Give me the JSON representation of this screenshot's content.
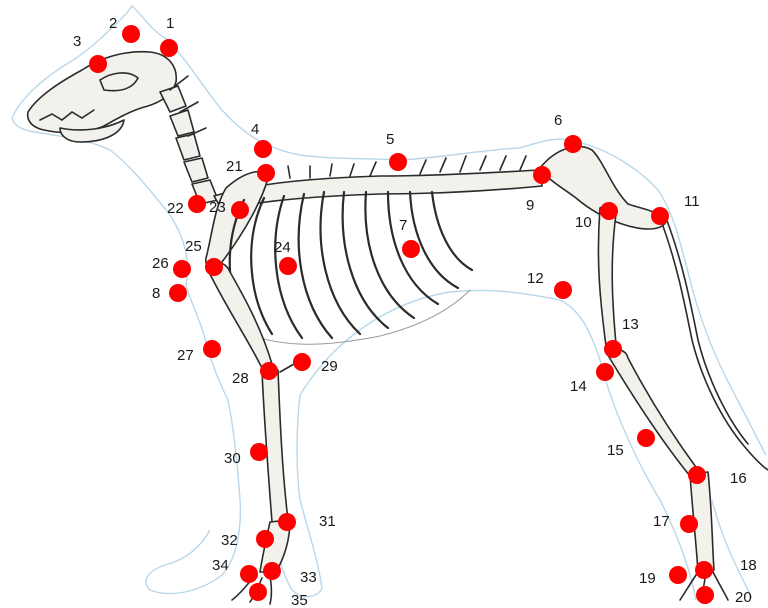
{
  "colors": {
    "marker": "#ff0000",
    "outline": "#b9d7ea",
    "bone_stroke": "#2b2b2b",
    "bone_fill": "#f3f1ec"
  },
  "points": [
    {
      "label": "1"
    },
    {
      "label": "2"
    },
    {
      "label": "3"
    },
    {
      "label": "4"
    },
    {
      "label": "5"
    },
    {
      "label": "6"
    },
    {
      "label": "7"
    },
    {
      "label": "8"
    },
    {
      "label": "9"
    },
    {
      "label": "10"
    },
    {
      "label": "11"
    },
    {
      "label": "12"
    },
    {
      "label": "13"
    },
    {
      "label": "14"
    },
    {
      "label": "15"
    },
    {
      "label": "16"
    },
    {
      "label": "17"
    },
    {
      "label": "18"
    },
    {
      "label": "19"
    },
    {
      "label": "20"
    },
    {
      "label": "21"
    },
    {
      "label": "22"
    },
    {
      "label": "23"
    },
    {
      "label": "24"
    },
    {
      "label": "25"
    },
    {
      "label": "26"
    },
    {
      "label": "27"
    },
    {
      "label": "28"
    },
    {
      "label": "29"
    },
    {
      "label": "30"
    },
    {
      "label": "31"
    },
    {
      "label": "32"
    },
    {
      "label": "33"
    },
    {
      "label": "34"
    },
    {
      "label": "35"
    }
  ]
}
